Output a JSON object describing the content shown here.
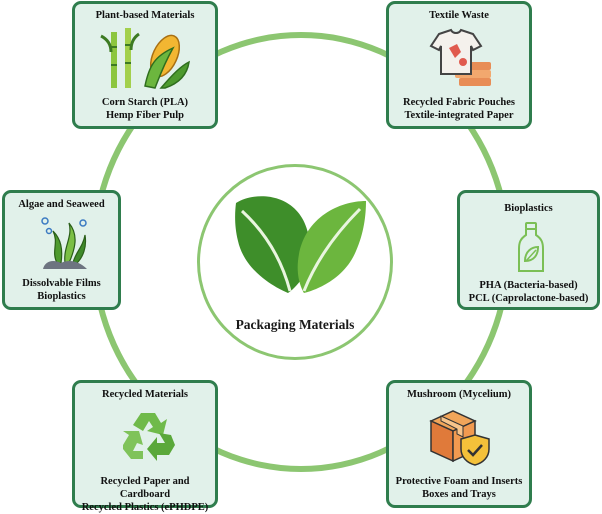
{
  "diagram": {
    "center": {
      "title": "Packaging Materials"
    },
    "cards": {
      "plant": {
        "title": "Plant-based Materials",
        "line1": "Corn Starch (PLA)",
        "line2": "Hemp Fiber Pulp"
      },
      "textile": {
        "title": "Textile Waste",
        "line1": "Recycled Fabric Pouches",
        "line2": "Textile-integrated Paper"
      },
      "algae": {
        "title": "Algae and Seaweed",
        "line1": "Dissolvable Films",
        "line2": "Bioplastics"
      },
      "bio": {
        "title": "Bioplastics",
        "line1": "PHA (Bacteria-based)",
        "line2": "PCL (Caprolactone-based)"
      },
      "recycled": {
        "title": "Recycled Materials",
        "line1": "Recycled Paper and Cardboard",
        "line2": "Recycled Plastics (ePHDPE)"
      },
      "mushroom": {
        "title": "Mushroom (Mycelium)",
        "line1": "Protective Foam and Inserts",
        "line2": "Boxes and Trays"
      }
    }
  },
  "colors": {
    "ring": "#8cc671",
    "card_fill": "#e1f1ea",
    "card_border": "#2f7d4d",
    "leaf_dark": "#3e8e2a",
    "leaf_light": "#6cb63e"
  }
}
